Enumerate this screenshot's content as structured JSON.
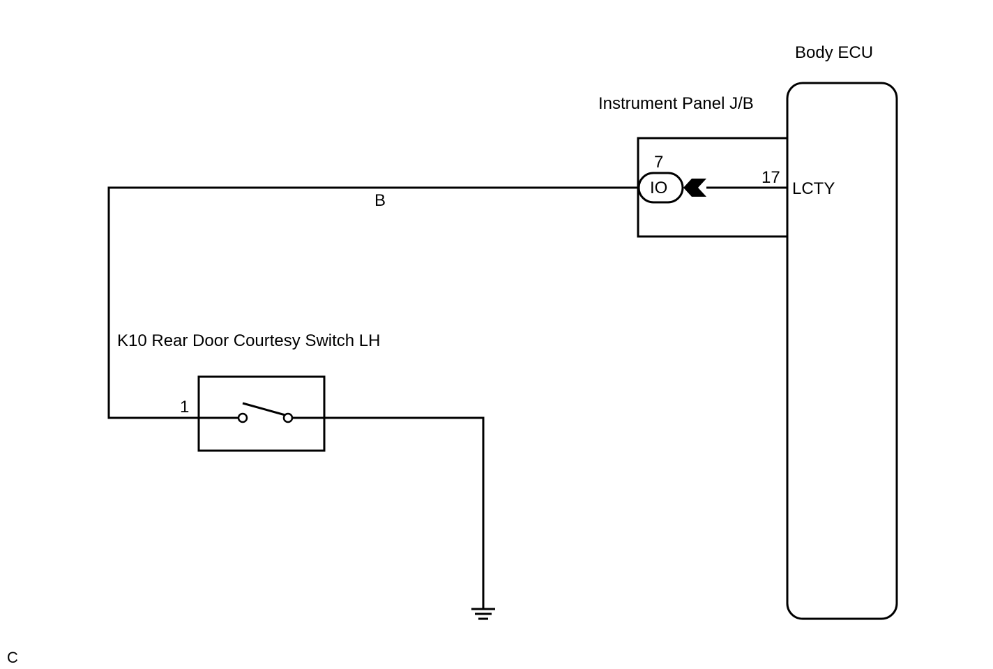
{
  "components": {
    "body_ecu": {
      "name": "Body ECU",
      "terminal_number": "17",
      "terminal_name": "LCTY"
    },
    "junction_block": {
      "name": "Instrument Panel J/B",
      "pin_number": "7",
      "connector_code": "IO"
    },
    "courtesy_switch": {
      "name": "K10 Rear Door Courtesy Switch LH",
      "pin_number": "1"
    }
  },
  "wires": {
    "main_wire_color": "B"
  },
  "corner_code": "C"
}
